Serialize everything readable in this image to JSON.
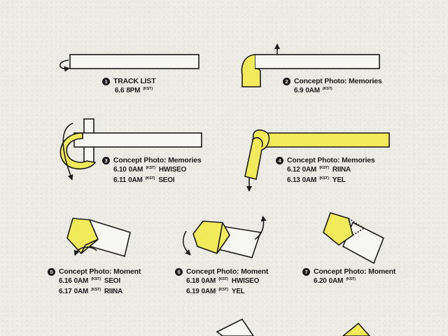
{
  "accent_color": "#f1ea5b",
  "ink_color": "#1b1b1b",
  "steps": [
    {
      "num": "1",
      "title": "TRACK LIST",
      "lines": [
        {
          "date": "6.6",
          "time": "8PM",
          "tz": "(KST)",
          "member": ""
        }
      ]
    },
    {
      "num": "2",
      "title": "Concept Photo: Memories",
      "lines": [
        {
          "date": "6.9",
          "time": "0AM",
          "tz": "(KST)",
          "member": ""
        }
      ]
    },
    {
      "num": "3",
      "title": "Concept Photo: Memories",
      "lines": [
        {
          "date": "6.10",
          "time": "0AM",
          "tz": "(KST)",
          "member": "HWISEO"
        },
        {
          "date": "6.11",
          "time": "0AM",
          "tz": "(KST)",
          "member": "SEOI"
        }
      ]
    },
    {
      "num": "4",
      "title": "Concept Photo: Memories",
      "lines": [
        {
          "date": "6.12",
          "time": "0AM",
          "tz": "(KST)",
          "member": "RIINA"
        },
        {
          "date": "6.13",
          "time": "0AM",
          "tz": "(KST)",
          "member": "YEL"
        }
      ]
    },
    {
      "num": "5",
      "title": "Concept Photo: Moment",
      "lines": [
        {
          "date": "6.16",
          "time": "0AM",
          "tz": "(KST)",
          "member": "SEOI"
        },
        {
          "date": "6.17",
          "time": "0AM",
          "tz": "(KST)",
          "member": "RIINA"
        }
      ]
    },
    {
      "num": "6",
      "title": "Concept Photo: Moment",
      "lines": [
        {
          "date": "6.18",
          "time": "0AM",
          "tz": "(KST)",
          "member": "HWISEO"
        },
        {
          "date": "6.19",
          "time": "0AM",
          "tz": "(KST)",
          "member": "YEL"
        }
      ]
    },
    {
      "num": "7",
      "title": "Concept Photo: Moment",
      "lines": [
        {
          "date": "6.20",
          "time": "0AM",
          "tz": "(KST)",
          "member": ""
        }
      ]
    }
  ]
}
